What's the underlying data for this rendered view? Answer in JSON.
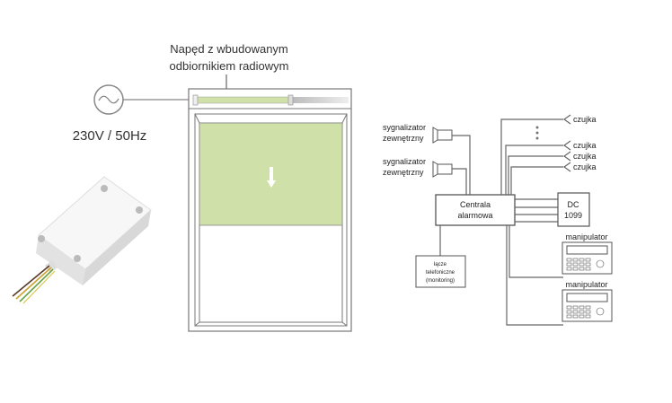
{
  "drive_label": {
    "line1": "Napęd z wbudowanym",
    "line2": "odbiornikiem radiowym"
  },
  "power_label": "230V / 50Hz",
  "colors": {
    "blind": "#cfe0a8",
    "line": "#666666"
  },
  "alarm": {
    "siren_1": {
      "line1": "sygnalizator",
      "line2": "zewnętrzny"
    },
    "siren_2": {
      "line1": "sygnalizator",
      "line2": "zewnętrzny"
    },
    "central": {
      "line1": "Centrala",
      "line2": "alarmowa"
    },
    "phone": {
      "line1": "łącze",
      "line2": "telefoniczne",
      "line3": "(monitoring)"
    },
    "module": {
      "line1": "DC",
      "line2": "1099"
    },
    "sensors": [
      "czujka",
      "czujka",
      "czujka",
      "czujka"
    ],
    "keypads": [
      "manipulator",
      "manipulator"
    ]
  }
}
